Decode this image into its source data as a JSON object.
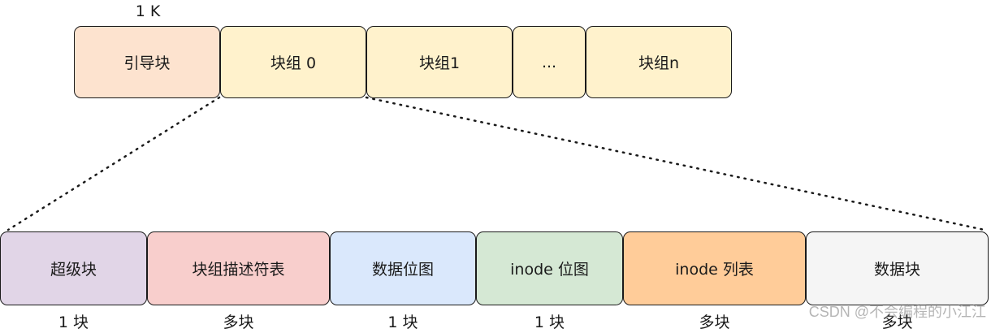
{
  "top_size_label": "1 K",
  "top_blocks": [
    {
      "label": "引导块",
      "color": "#fde3cf"
    },
    {
      "label": "块组 0",
      "color": "#fff2cc"
    },
    {
      "label": "块组1",
      "color": "#fff2cc"
    },
    {
      "label": "...",
      "color": "#fff2cc"
    },
    {
      "label": "块组n",
      "color": "#fff2cc"
    }
  ],
  "bottom_blocks": [
    {
      "label": "超级块",
      "count": "1 块",
      "color": "#e1d5e7"
    },
    {
      "label": "块组描述符表",
      "count": "多块",
      "color": "#f8cecc"
    },
    {
      "label": "数据位图",
      "count": "1 块",
      "color": "#dae8fc"
    },
    {
      "label": "inode 位图",
      "count": "1 块",
      "color": "#d5e8d4"
    },
    {
      "label": "inode 列表",
      "count": "多块",
      "color": "#ffcc99"
    },
    {
      "label": "数据块",
      "count": "多块",
      "color": "#f5f5f5"
    }
  ],
  "watermark": "CSDN @不会编程的小江江"
}
